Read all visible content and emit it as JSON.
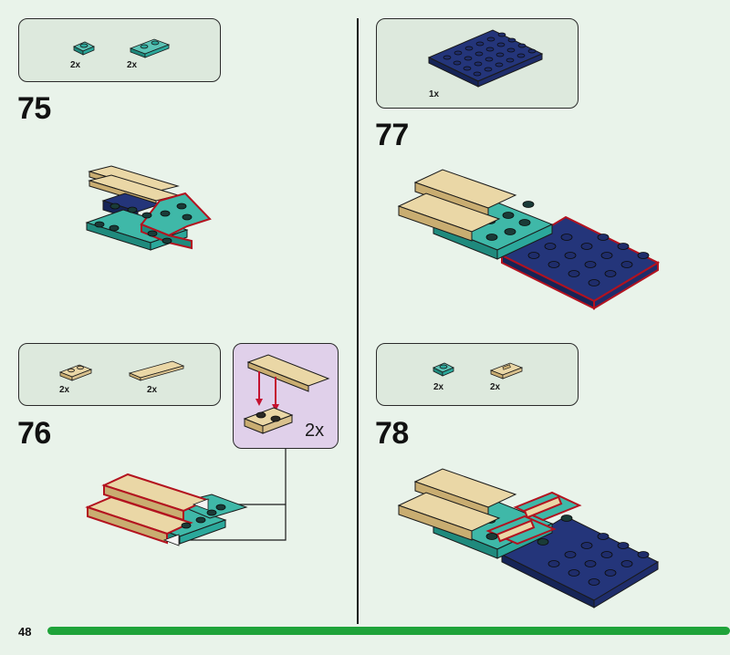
{
  "page": {
    "number": "48",
    "progress": 1.0,
    "accent_color": "#1fa33a"
  },
  "colors": {
    "teal": "#2ba89b",
    "tan": "#d9c18e",
    "navy": "#1f2d6b",
    "highlight": "#b3121f",
    "arrow": "#c41230"
  },
  "steps": [
    {
      "number": "75",
      "parts": [
        {
          "qty": "2x",
          "piece": "teal-1x1-plate"
        },
        {
          "qty": "2x",
          "piece": "teal-1x2-plate"
        }
      ]
    },
    {
      "number": "76",
      "parts": [
        {
          "qty": "2x",
          "piece": "tan-1x2-plate"
        },
        {
          "qty": "2x",
          "piece": "tan-1x4-tile"
        }
      ],
      "callout": {
        "qty": "2x"
      }
    },
    {
      "number": "77",
      "parts": [
        {
          "qty": "1x",
          "piece": "navy-6x4-plate"
        }
      ]
    },
    {
      "number": "78",
      "parts": [
        {
          "qty": "2x",
          "piece": "teal-1x1-plate"
        },
        {
          "qty": "2x",
          "piece": "tan-1x2-jumper"
        }
      ]
    }
  ]
}
